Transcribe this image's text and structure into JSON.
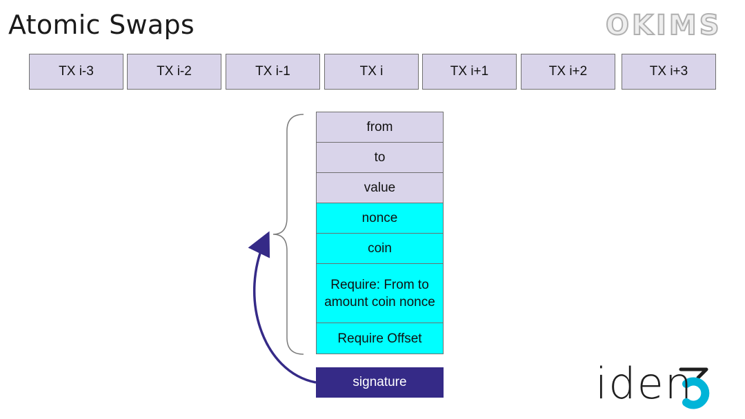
{
  "slide": {
    "title": "Atomic Swaps",
    "brand": "OKIMS"
  },
  "transactions": [
    "TX i-3",
    "TX i-2",
    "TX i-1",
    "TX i",
    "TX i+1",
    "TX i+2",
    "TX i+3"
  ],
  "fields": [
    {
      "label": "from",
      "kind": "lavender"
    },
    {
      "label": "to",
      "kind": "lavender"
    },
    {
      "label": "value",
      "kind": "lavender"
    },
    {
      "label": "nonce",
      "kind": "cyan"
    },
    {
      "label": "coin",
      "kind": "cyan"
    },
    {
      "label": "Require: From to amount coin nonce",
      "kind": "cyan"
    },
    {
      "label": "Require Offset",
      "kind": "cyan"
    }
  ],
  "signature": {
    "label": "signature"
  },
  "logo": {
    "text": "iden3",
    "icon": "iden3-logo"
  },
  "colors": {
    "lavender": "#d9d4ea",
    "cyan": "#00ffff",
    "signature": "#352a87",
    "arrow": "#352a87",
    "logo_accent": "#00b4d8"
  }
}
